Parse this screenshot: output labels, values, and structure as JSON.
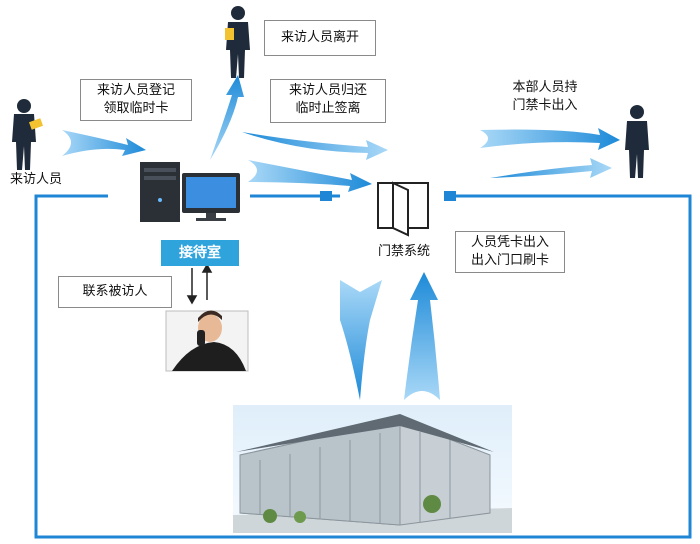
{
  "labels": {
    "visitor": "来访人员",
    "visitor_register": "来访人员登记\n领取临时卡",
    "visitor_leave": "来访人员离开",
    "visitor_return": "来访人员归还\n临时止签离",
    "staff_card": "本部人员持\n门禁卡出入",
    "reception": "接待室",
    "contact_host": "联系被访人",
    "access_system": "门禁系统",
    "card_swipe": "人员凭卡出入\n出入门口刷卡"
  },
  "colors": {
    "line_blue": "#1f86d6",
    "arrow_blue": "#3aa6e6",
    "reception_bg": "#2fa3dc"
  },
  "icons": [
    "person-icon",
    "computer-icon",
    "monitor-icon",
    "door-icon",
    "phone-person-icon",
    "building-icon"
  ]
}
